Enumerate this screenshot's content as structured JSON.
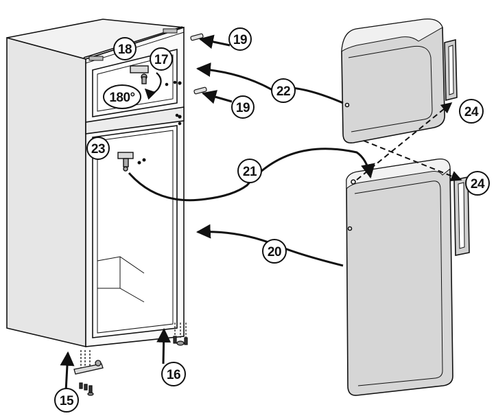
{
  "callouts": {
    "c15": "15",
    "c16": "16",
    "c17": "17",
    "c18": "18",
    "c180": "180°",
    "c19a": "19",
    "c19b": "19",
    "c20": "20",
    "c21": "21",
    "c22": "22",
    "c23": "23",
    "c24a": "24",
    "c24b": "24"
  }
}
